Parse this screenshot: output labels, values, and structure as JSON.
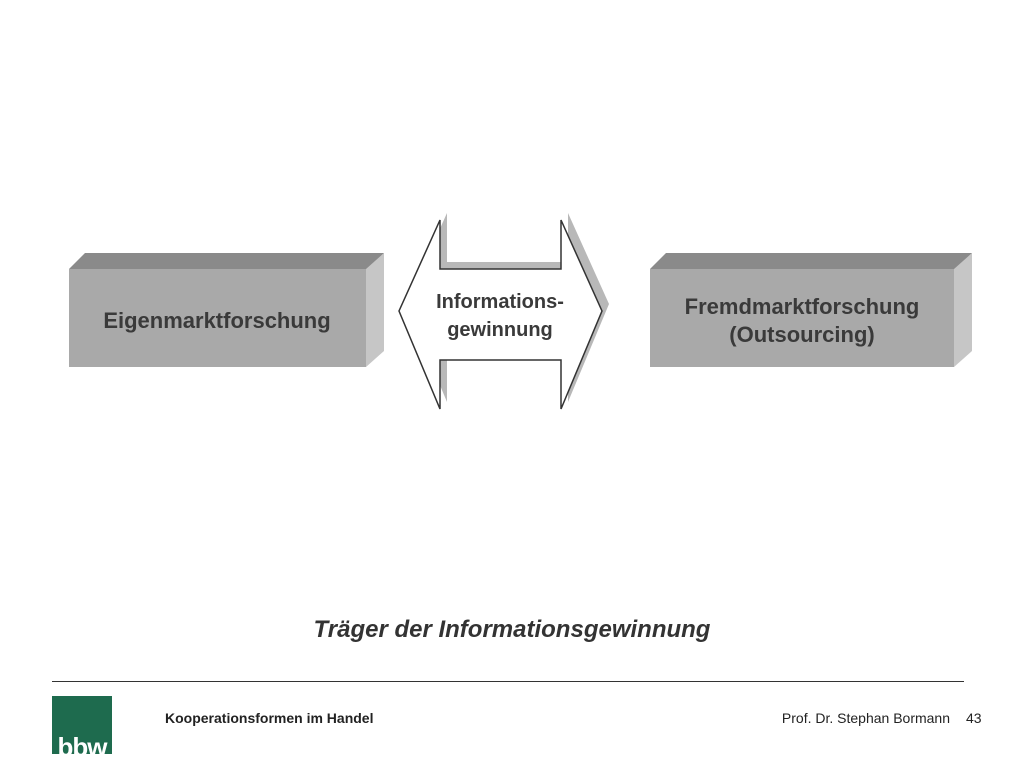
{
  "diagram": {
    "left_box": {
      "label": "Eigenmarktforschung"
    },
    "right_box": {
      "label_line1": "Fremdmarktforschung",
      "label_line2": "(Outsourcing)"
    },
    "arrow": {
      "label_line1": "Informations-",
      "label_line2": "gewinnung"
    }
  },
  "caption": "Träger der Informationsgewinnung",
  "footer": {
    "left": "Kooperationsformen im Handel",
    "right": "Prof. Dr. Stephan Bormann",
    "page_number": "43",
    "logo_text": "bbw"
  },
  "colors": {
    "box_front": "#a9a9a9",
    "box_top": "#8a8a8a",
    "box_side": "#c6c6c6",
    "logo": "#1e6b4e"
  }
}
